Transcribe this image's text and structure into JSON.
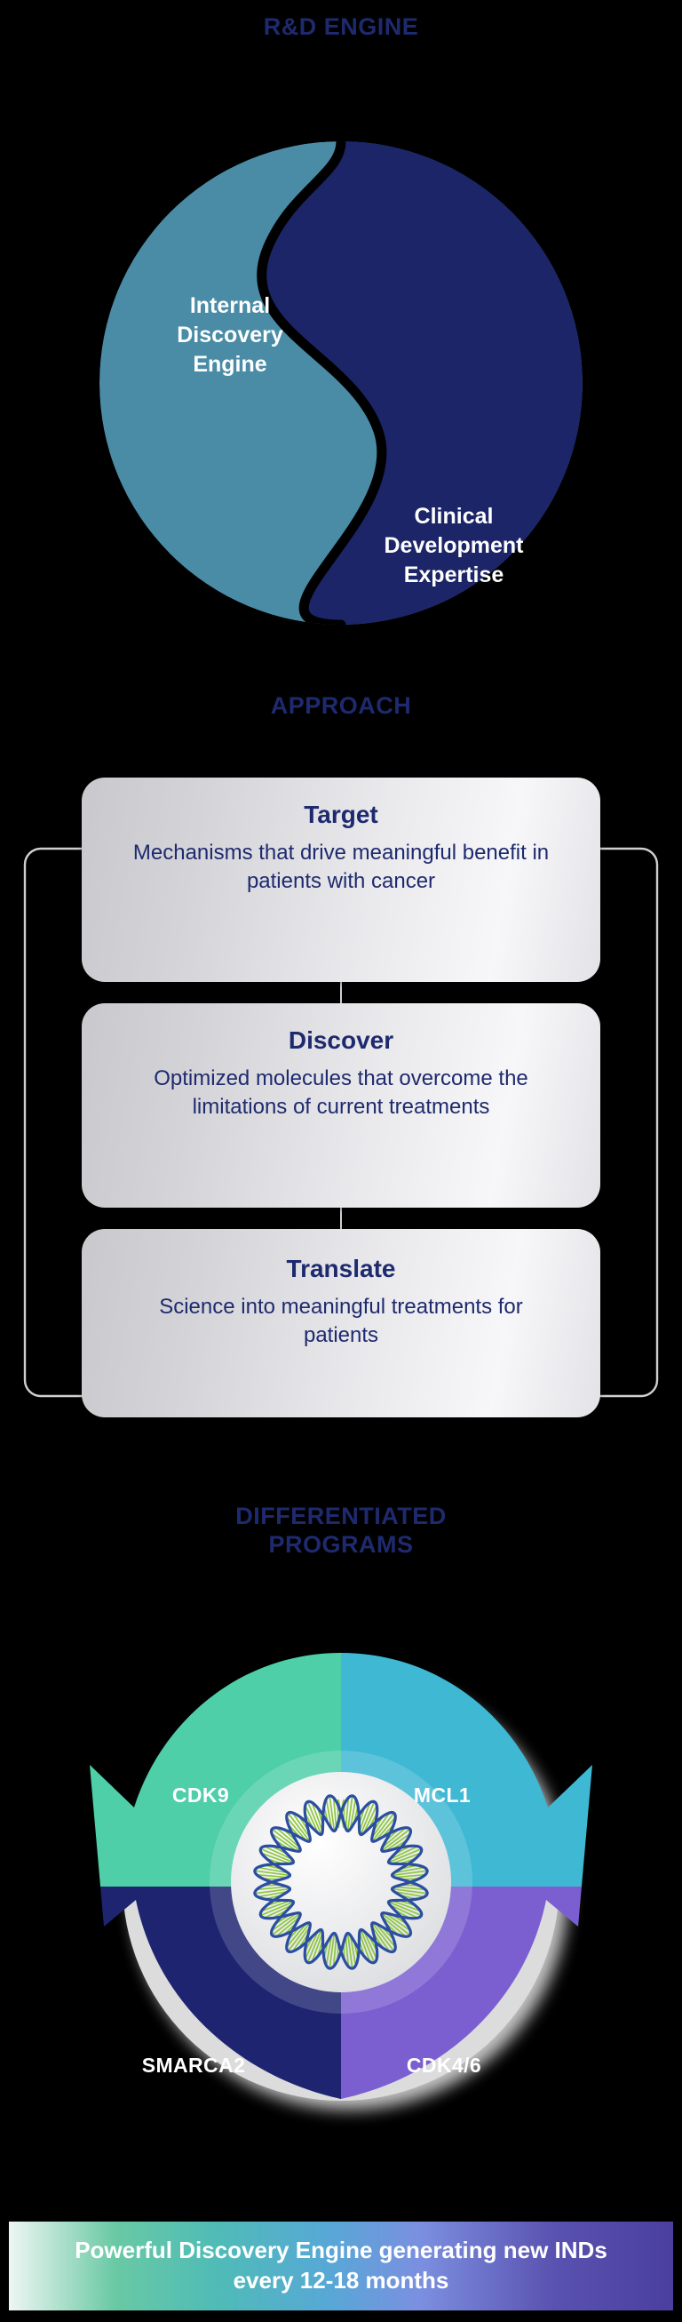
{
  "sections": {
    "rd_engine": {
      "title": "R&D ENGINE",
      "halves": [
        {
          "label": "Internal\nDiscovery\nEngine",
          "color": "#4a8ca6"
        },
        {
          "label": "Clinical\nDevelopment\nExpertise",
          "color": "#1b2568"
        }
      ]
    },
    "approach": {
      "title": "APPROACH",
      "steps": [
        {
          "title": "Target",
          "body": "Mechanisms that drive meaningful benefit in patients with cancer"
        },
        {
          "title": "Discover",
          "body": "Optimized molecules that overcome the limitations of current treatments"
        },
        {
          "title": "Translate",
          "body": "Science into meaningful treatments for patients"
        }
      ]
    },
    "programs": {
      "title": "DIFFERENTIATED PROGRAMS",
      "quadrants": [
        {
          "label": "CDK9",
          "color": "#4ecfa8",
          "position": "top-left"
        },
        {
          "label": "MCL1",
          "color": "#3fb8d4",
          "position": "top-right"
        },
        {
          "label": "SMARCA2",
          "color": "#1e2470",
          "position": "bottom-left"
        },
        {
          "label": "CDK4/6",
          "color": "#7b5fd1",
          "position": "bottom-right"
        }
      ],
      "center_icon": "dna-circle-icon"
    }
  },
  "banner": {
    "text": "Powerful Discovery Engine generating new INDs every 12-18 months",
    "gradient_start": "#69c9a4",
    "gradient_end": "#4a3f9e"
  },
  "palette": {
    "heading_navy": "#1e2a6e",
    "card_text_navy": "#1e2a6e",
    "teal": "#4a8ca6",
    "navy": "#1b2568"
  }
}
